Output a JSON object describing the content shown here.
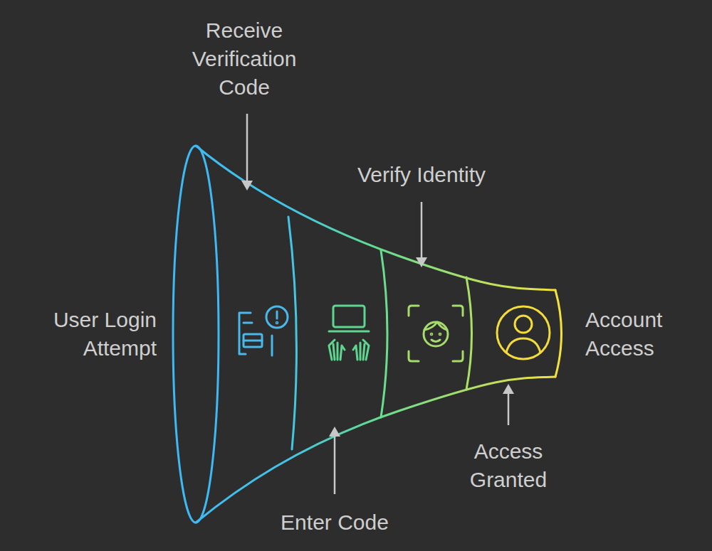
{
  "diagram": {
    "labels": [
      "Receive Verification Code",
      "Verify Identity",
      "User Login Attempt",
      "Account Access",
      "Access Granted",
      "Enter Code"
    ]
  }
}
